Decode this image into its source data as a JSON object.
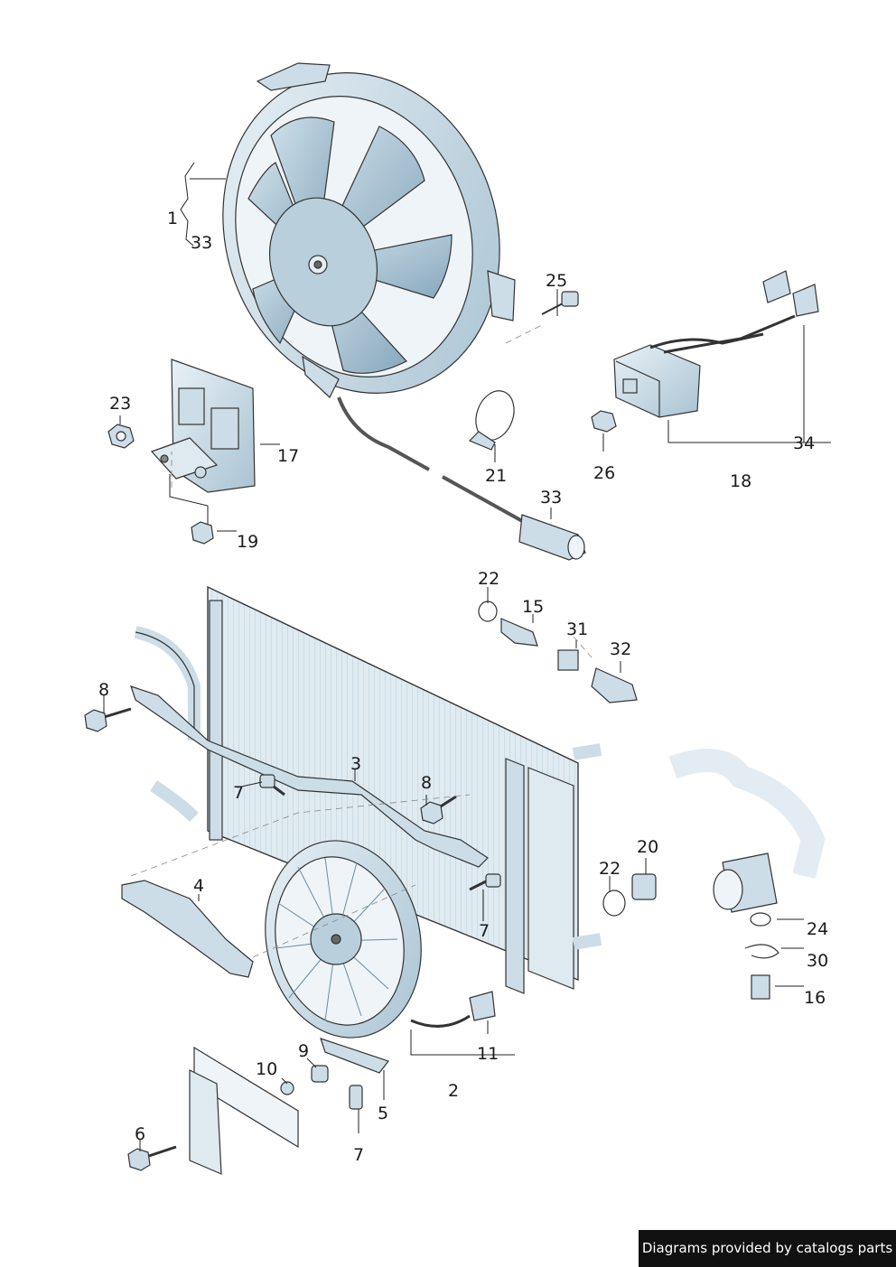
{
  "callouts": [
    {
      "id": "c1",
      "text": "1"
    },
    {
      "id": "c33a",
      "text": "33"
    },
    {
      "id": "c25",
      "text": "25"
    },
    {
      "id": "c23",
      "text": "23"
    },
    {
      "id": "c17",
      "text": "17"
    },
    {
      "id": "c19",
      "text": "19"
    },
    {
      "id": "c21",
      "text": "21"
    },
    {
      "id": "c33b",
      "text": "33"
    },
    {
      "id": "c26",
      "text": "26"
    },
    {
      "id": "c18",
      "text": "18"
    },
    {
      "id": "c34",
      "text": "34"
    },
    {
      "id": "c22a",
      "text": "22"
    },
    {
      "id": "c15",
      "text": "15"
    },
    {
      "id": "c31",
      "text": "31"
    },
    {
      "id": "c32",
      "text": "32"
    },
    {
      "id": "c8a",
      "text": "8"
    },
    {
      "id": "c3",
      "text": "3"
    },
    {
      "id": "c8b",
      "text": "8"
    },
    {
      "id": "c7a",
      "text": "7"
    },
    {
      "id": "c4",
      "text": "4"
    },
    {
      "id": "c7b",
      "text": "7"
    },
    {
      "id": "c20",
      "text": "20"
    },
    {
      "id": "c22b",
      "text": "22"
    },
    {
      "id": "c24",
      "text": "24"
    },
    {
      "id": "c30",
      "text": "30"
    },
    {
      "id": "c16",
      "text": "16"
    },
    {
      "id": "c11",
      "text": "11"
    },
    {
      "id": "c9",
      "text": "9"
    },
    {
      "id": "c10",
      "text": "10"
    },
    {
      "id": "c2",
      "text": "2"
    },
    {
      "id": "c5",
      "text": "5"
    },
    {
      "id": "c7c",
      "text": "7"
    },
    {
      "id": "c6",
      "text": "6"
    }
  ],
  "credit": "Diagrams provided by catalogs parts"
}
